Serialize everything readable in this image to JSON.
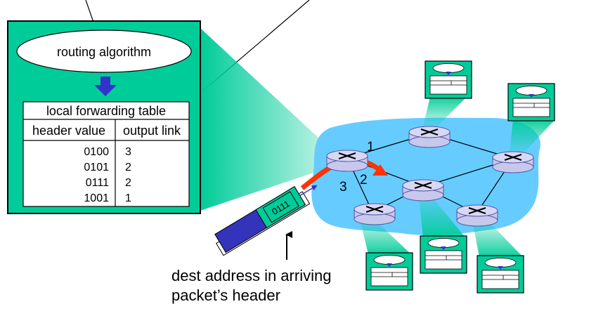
{
  "router_box": {
    "algorithm_label": "routing algorithm",
    "table_title": "local forwarding table",
    "col_header_value": "header value",
    "col_output_link": "output link",
    "rows": [
      {
        "header": "0100",
        "link": "3"
      },
      {
        "header": "0101",
        "link": "2"
      },
      {
        "header": "0111",
        "link": "2"
      },
      {
        "header": "1001",
        "link": "1"
      }
    ]
  },
  "packet": {
    "header_bits": "0111"
  },
  "link_labels": {
    "l1": "1",
    "l2": "2",
    "l3": "3"
  },
  "caption": {
    "line1": "dest address in arriving",
    "line2": "packet’s header"
  },
  "colors": {
    "box_green": "#00cc99",
    "network_blue": "#66ccff",
    "router_lavender": "#c8c8ec",
    "arrow_red": "#ff3300",
    "packet_blue": "#3333bb",
    "icon_blue": "#3333cc"
  }
}
